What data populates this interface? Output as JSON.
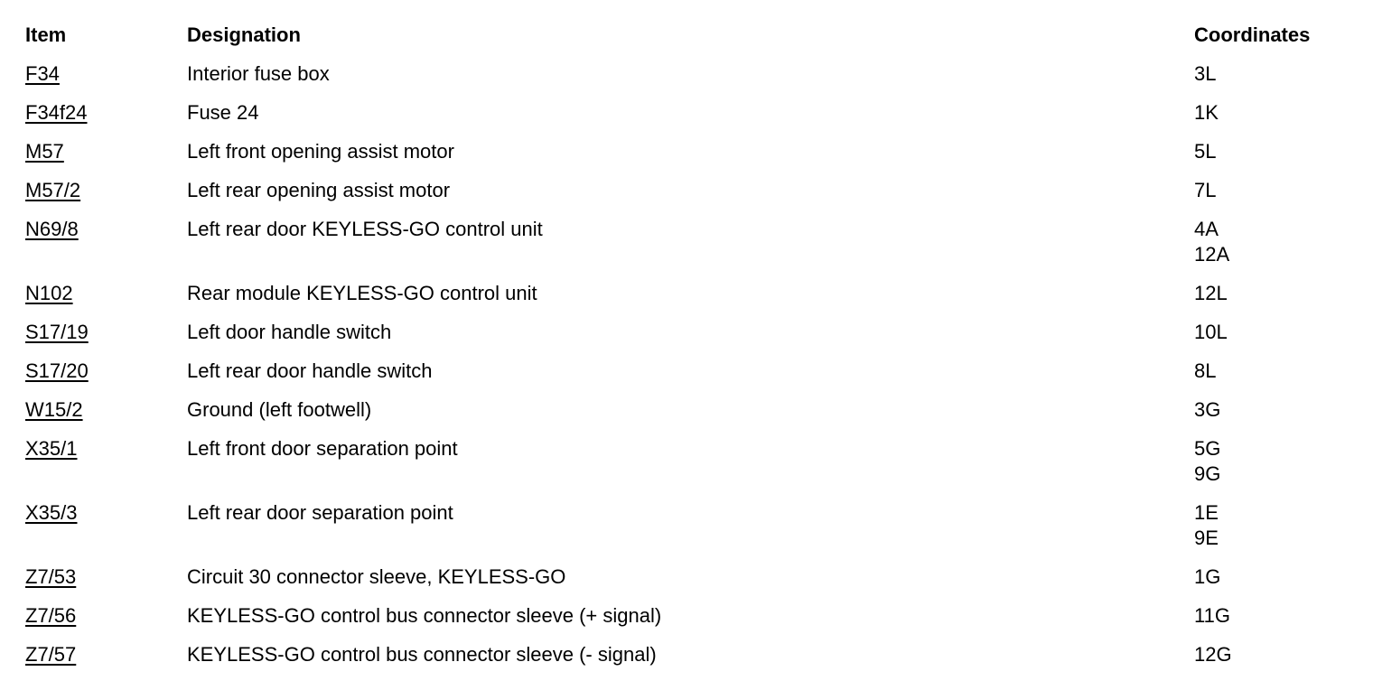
{
  "table": {
    "headers": {
      "item": "Item",
      "designation": "Designation",
      "coordinates": "Coordinates"
    },
    "rows": [
      {
        "item": "F34",
        "designation": "Interior fuse box",
        "coordinates": [
          "3L"
        ]
      },
      {
        "item": "F34f24",
        "designation": "Fuse 24",
        "coordinates": [
          "1K"
        ]
      },
      {
        "item": "M57",
        "designation": "Left front opening assist motor",
        "coordinates": [
          "5L"
        ]
      },
      {
        "item": "M57/2",
        "designation": "Left rear opening assist motor",
        "coordinates": [
          "7L"
        ]
      },
      {
        "item": "N69/8",
        "designation": "Left rear door KEYLESS-GO control unit",
        "coordinates": [
          "4A",
          "12A"
        ]
      },
      {
        "item": "N102",
        "designation": "Rear module KEYLESS-GO control unit",
        "coordinates": [
          "12L"
        ]
      },
      {
        "item": "S17/19",
        "designation": "Left door handle switch",
        "coordinates": [
          "10L"
        ]
      },
      {
        "item": "S17/20",
        "designation": "Left rear door handle switch",
        "coordinates": [
          "8L"
        ]
      },
      {
        "item": "W15/2",
        "designation": "Ground (left footwell)",
        "coordinates": [
          "3G"
        ]
      },
      {
        "item": "X35/1",
        "designation": "Left front door separation point",
        "coordinates": [
          "5G",
          "9G"
        ]
      },
      {
        "item": "X35/3",
        "designation": "Left rear door separation point",
        "coordinates": [
          "1E",
          "9E"
        ]
      },
      {
        "item": "Z7/53",
        "designation": "Circuit 30 connector sleeve, KEYLESS-GO",
        "coordinates": [
          "1G"
        ]
      },
      {
        "item": "Z7/56",
        "designation": "KEYLESS-GO control bus connector sleeve (+ signal)",
        "coordinates": [
          "11G"
        ]
      },
      {
        "item": "Z7/57",
        "designation": "KEYLESS-GO control bus connector sleeve (- signal)",
        "coordinates": [
          "12G"
        ]
      }
    ],
    "text_color": "#000000",
    "background_color": "#ffffff"
  }
}
